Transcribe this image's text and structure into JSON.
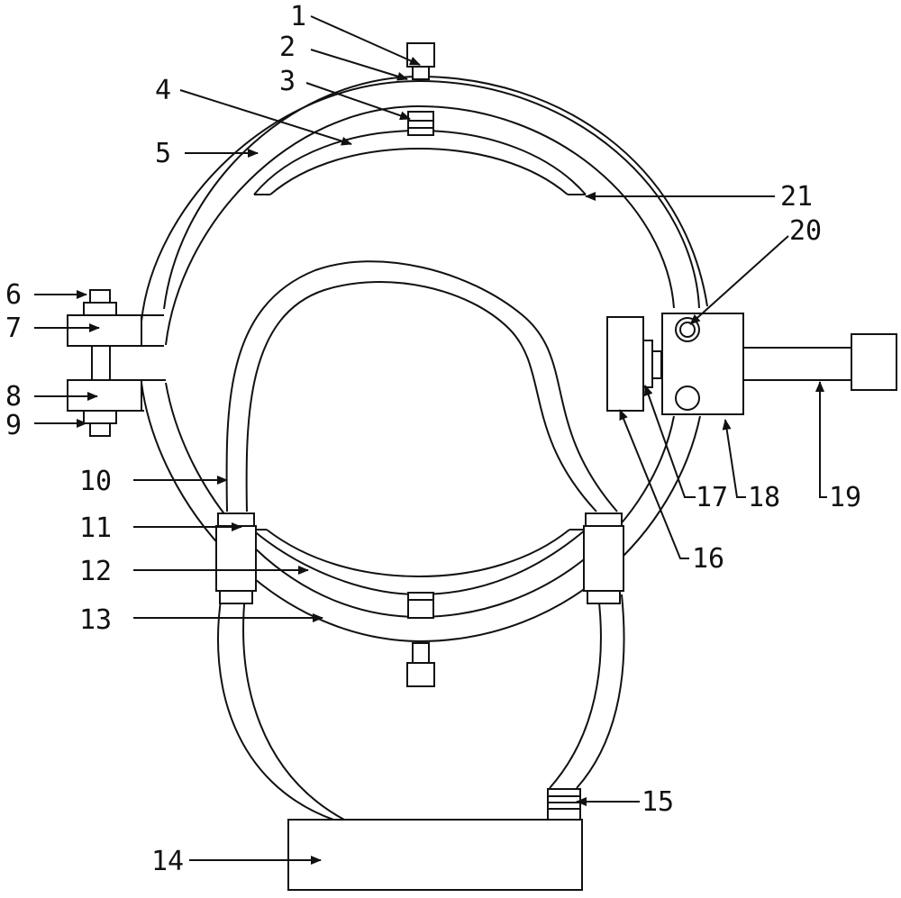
{
  "labels": {
    "l1": "1",
    "l2": "2",
    "l3": "3",
    "l4": "4",
    "l5": "5",
    "l6": "6",
    "l7": "7",
    "l8": "8",
    "l9": "9",
    "l10": "10",
    "l11": "11",
    "l12": "12",
    "l13": "13",
    "l14": "14",
    "l15": "15",
    "l16": "16",
    "l17": "17",
    "l18": "18",
    "l19": "19",
    "l20": "20",
    "l21": "21"
  },
  "colors": {
    "ink": "#111111",
    "paper": "#ffffff"
  }
}
